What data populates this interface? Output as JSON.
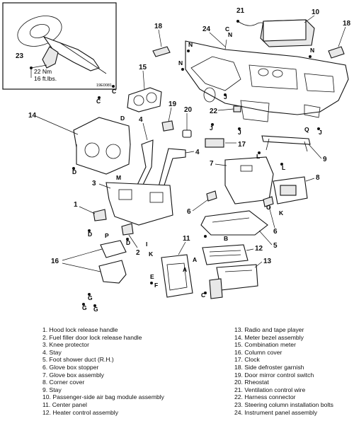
{
  "inset": {
    "callout": "23",
    "torque_nm": "22 Nm",
    "torque_ftlbs": "16 ft.lbs.",
    "figure_code": "19E0081"
  },
  "callouts": {
    "n1": "1",
    "n2": "2",
    "n3": "3",
    "n4a": "4",
    "n4b": "4",
    "n5": "5",
    "n6a": "6",
    "n6b": "6",
    "n7": "7",
    "n8": "8",
    "n9": "9",
    "n10": "10",
    "n11": "11",
    "n12": "12",
    "n13": "13",
    "n14": "14",
    "n15": "15",
    "n16": "16",
    "n17": "17",
    "n18a": "18",
    "n18b": "18",
    "n19": "19",
    "n20": "20",
    "n21": "21",
    "n22": "22",
    "n24": "24"
  },
  "fastener_labels": {
    "c1": "C",
    "c2": "C",
    "c3": "C",
    "c4": "C",
    "n_1": "N",
    "n_2": "N",
    "n_3": "N",
    "n_4": "N",
    "j1": "J",
    "j2": "J",
    "j3": "J",
    "j4": "J",
    "d1": "D",
    "d2": "D",
    "d3": "D",
    "d4": "D",
    "q": "Q",
    "l1": "L",
    "l2": "L",
    "m": "M",
    "p": "P",
    "i": "I",
    "k1": "K",
    "k2": "K",
    "b": "B",
    "a1": "A",
    "a2": "A",
    "e": "E",
    "f": "F",
    "g1": "G",
    "g2": "G",
    "g3": "G",
    "o": "O"
  },
  "legend_left": [
    "1. Hood lock release handle",
    "2. Fuel filler door lock release handle",
    "3. Knee protector",
    "4. Stay",
    "5. Foot shower duct (R.H.)",
    "6. Glove box stopper",
    "7. Glove box assembly",
    "8. Corner cover",
    "9. Stay",
    "10. Passenger-side air bag module assembly",
    "11. Center panel",
    "12. Heater control assembly"
  ],
  "legend_right": [
    "13. Radio and tape player",
    "14. Meter bezel assembly",
    "15. Combination meter",
    "16. Column cover",
    "17. Clock",
    "18. Side defroster garnish",
    "19. Door mirror control switch",
    "20. Rheostat",
    "21. Ventilation control wire",
    "22. Harness connector",
    "23. Steering column installation bolts",
    "24. Instrument panel assembly"
  ]
}
